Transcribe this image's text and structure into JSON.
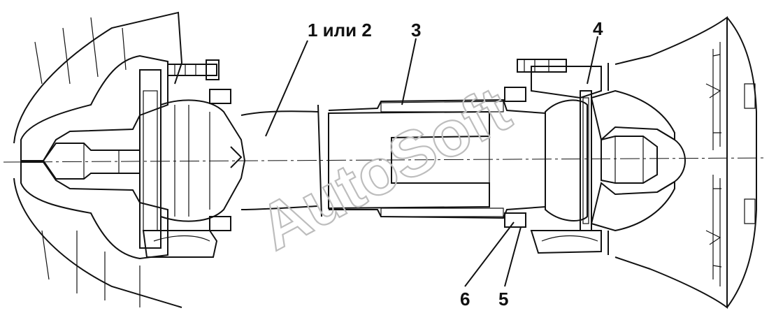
{
  "labels": {
    "l1": "1 или 2",
    "l3": "3",
    "l4": "4",
    "l5": "5",
    "l6": "6"
  },
  "watermark": "AutoSoft",
  "colors": {
    "line": "#111111",
    "watermark": "#bdbdbd",
    "background": "#ffffff"
  }
}
